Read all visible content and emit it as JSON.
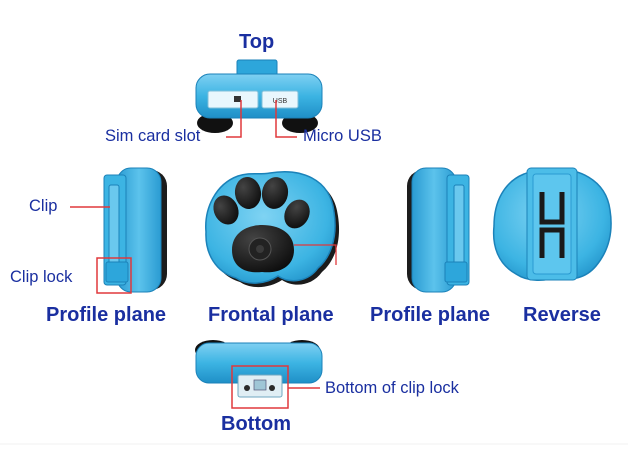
{
  "views": {
    "top": "Top",
    "profile_left": "Profile plane",
    "frontal": "Frontal plane",
    "profile_right": "Profile plane",
    "reverse": "Reverse",
    "bottom": "Bottom"
  },
  "callouts": {
    "sim_card_slot": "Sim card slot",
    "micro_usb": "Micro USB",
    "clip": "Clip",
    "clip_lock": "Clip lock",
    "bottom_clip_lock": "Bottom of clip lock"
  },
  "device_markings": {
    "usb": "USB"
  },
  "colors": {
    "body": "#3cb4e3",
    "body_dark": "#1e87c0",
    "body_light": "#86d3f2",
    "pad": "#151515",
    "callout_line": "#e0383c",
    "title_text": "#1a2fa0"
  }
}
